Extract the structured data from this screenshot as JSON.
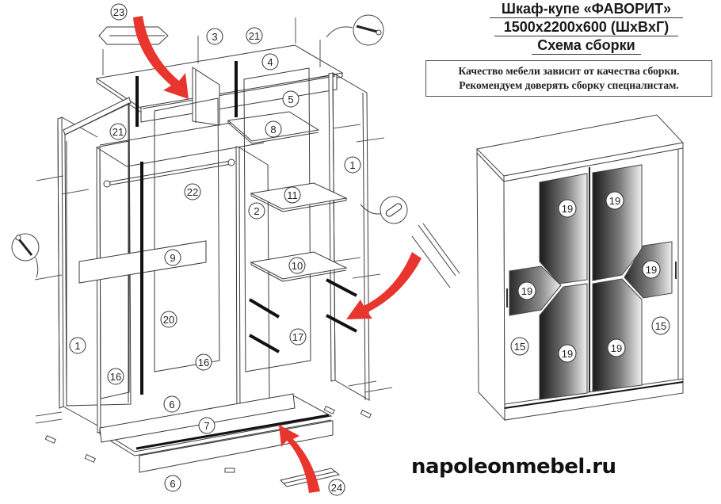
{
  "title": {
    "line1": "Шкаф-купе «ФАВОРИТ»",
    "line2": "1500x2200x600 (ШxВxГ)",
    "line3": "Схема сборки"
  },
  "notice": {
    "line1": "Качество мебели зависит от качества сборки.",
    "line2": "Рекомендуем доверять сборку специалистам."
  },
  "website": "napoleonmebel.ru",
  "colors": {
    "arrow": "#e8352e",
    "line": "#3a3a3a",
    "mirror_dark": "#1e1e1e",
    "mirror_light": "#f2f2f2"
  },
  "exploded_view": {
    "part_labels": [
      {
        "id": "p23",
        "text": "23"
      },
      {
        "id": "p3",
        "text": "3"
      },
      {
        "id": "p21a",
        "text": "21"
      },
      {
        "id": "p4",
        "text": "4"
      },
      {
        "id": "p5",
        "text": "5"
      },
      {
        "id": "p21b",
        "text": "21"
      },
      {
        "id": "p8",
        "text": "8"
      },
      {
        "id": "p1r",
        "text": "1"
      },
      {
        "id": "p22",
        "text": "22"
      },
      {
        "id": "p11",
        "text": "11"
      },
      {
        "id": "p2",
        "text": "2"
      },
      {
        "id": "p9",
        "text": "9"
      },
      {
        "id": "p10",
        "text": "10"
      },
      {
        "id": "p20",
        "text": "20"
      },
      {
        "id": "p1l",
        "text": "1"
      },
      {
        "id": "p17",
        "text": "17"
      },
      {
        "id": "p16a",
        "text": "16"
      },
      {
        "id": "p16b",
        "text": "16"
      },
      {
        "id": "p6a",
        "text": "6"
      },
      {
        "id": "p7",
        "text": "7"
      },
      {
        "id": "p6b",
        "text": "6"
      },
      {
        "id": "p24",
        "text": "24"
      }
    ],
    "callouts": [
      "screw-detail",
      "screw-detail-left",
      "dowel-detail"
    ]
  },
  "assembled_view": {
    "part_labels": [
      {
        "id": "a19a",
        "text": "19"
      },
      {
        "id": "a19b",
        "text": "19"
      },
      {
        "id": "a19c",
        "text": "19"
      },
      {
        "id": "a19d",
        "text": "19"
      },
      {
        "id": "a19e",
        "text": "19"
      },
      {
        "id": "a19f",
        "text": "19"
      },
      {
        "id": "a15a",
        "text": "15"
      },
      {
        "id": "a15b",
        "text": "15"
      }
    ]
  }
}
